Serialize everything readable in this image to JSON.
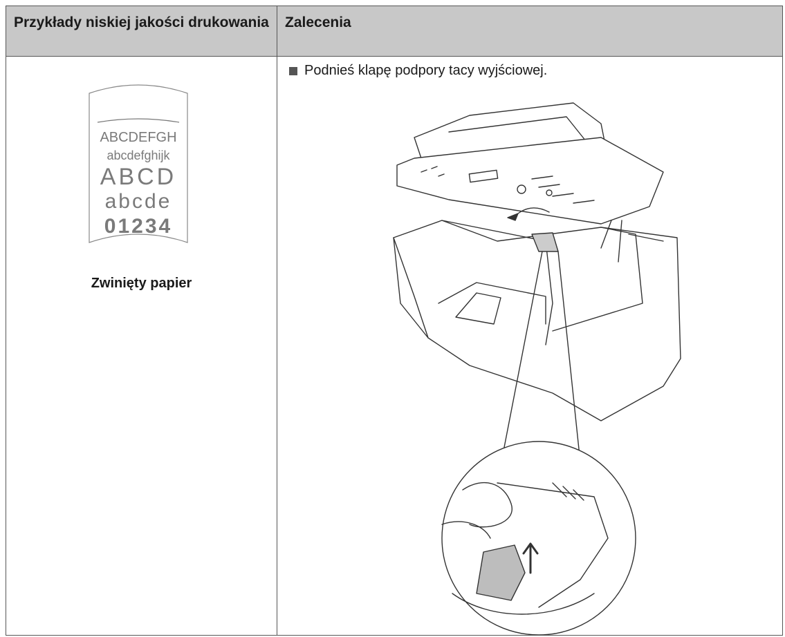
{
  "header": {
    "col1": "Przykłady niskiej jakości drukowania",
    "col2": "Zalecenia"
  },
  "left": {
    "sample_lines": [
      "ABCDEFGH",
      "abcdefghijk",
      "ABCD",
      "abcde",
      "01234"
    ],
    "caption": "Zwinięty papier"
  },
  "right": {
    "bullet": "Podnieś klapę podpory tacy wyjściowej."
  },
  "colors": {
    "header_bg": "#c8c8c8",
    "border": "#555555",
    "bullet": "#555555"
  }
}
